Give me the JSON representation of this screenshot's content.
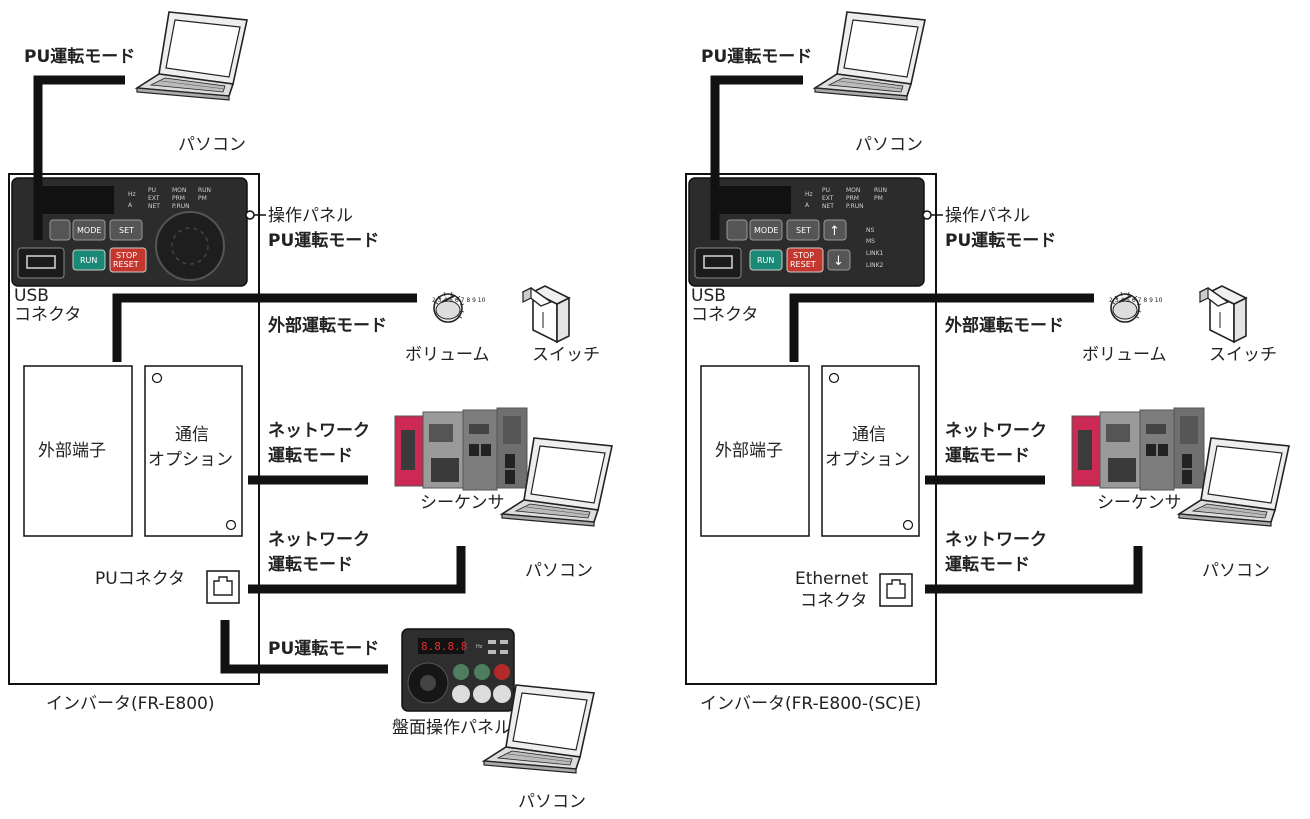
{
  "colors": {
    "line": "#111111",
    "panel": "#2c2c2c",
    "run": "#1a8a77",
    "stop": "#c4372f",
    "plc_red": "#cc2a55",
    "plc_gray": "#8c8c8c"
  },
  "icons": [
    "laptop-icon",
    "volume-knob-icon",
    "switch-icon",
    "plc-icon",
    "panel-operator-icon",
    "rj45-port-icon",
    "usb-port-icon"
  ],
  "left": {
    "pu_mode_top": "PU運転モード",
    "pc1": "パソコン",
    "panel_label": "操作パネル",
    "panel_mode": "PU運転モード",
    "usb1": "USB",
    "usb2": "コネクタ",
    "ext_mode": "外部運転モード",
    "volume": "ボリューム",
    "switch": "スイッチ",
    "ext_terminal": "外部端子",
    "comm1": "通信",
    "comm2": "オプション",
    "net1_a": "ネットワーク",
    "net1_b": "運転モード",
    "plc": "シーケンサ",
    "net2_a": "ネットワーク",
    "net2_b": "運転モード",
    "pc2": "パソコン",
    "pu_connector": "PUコネクタ",
    "pu_mode_bottom": "PU運転モード",
    "panel_op": "盤面操作パネル",
    "pc3": "パソコン",
    "inverter": "インバータ(FR-E800)"
  },
  "right": {
    "pu_mode_top": "PU運転モード",
    "pc1": "パソコン",
    "panel_label": "操作パネル",
    "panel_mode": "PU運転モード",
    "usb1": "USB",
    "usb2": "コネクタ",
    "ext_mode": "外部運転モード",
    "volume": "ボリューム",
    "switch": "スイッチ",
    "ext_terminal": "外部端子",
    "comm1": "通信",
    "comm2": "オプション",
    "net1_a": "ネットワーク",
    "net1_b": "運転モード",
    "plc": "シーケンサ",
    "net2_a": "ネットワーク",
    "net2_b": "運転モード",
    "pc2": "パソコン",
    "eth1": "Ethernet",
    "eth2": "コネクタ",
    "inverter": "インバータ(FR-E800-(SC)E)"
  },
  "panel": {
    "mode_btn": "MODE",
    "set_btn": "SET",
    "run_btn": "RUN",
    "stop_btn1": "STOP",
    "stop_btn2": "RESET",
    "leds1": [
      "PU",
      "EXT",
      "NET"
    ],
    "leds2": [
      "MON",
      "PRM",
      "P.RUN"
    ],
    "leds3": [
      "RUN",
      "PM"
    ],
    "net_leds": [
      "NS",
      "MS",
      "LINK1",
      "LINK2"
    ]
  },
  "knob_scale": [
    "2",
    "3",
    "4",
    "5",
    "6",
    "7",
    "8",
    "9",
    "10"
  ],
  "remote_panel_display": "8.8.8.8"
}
